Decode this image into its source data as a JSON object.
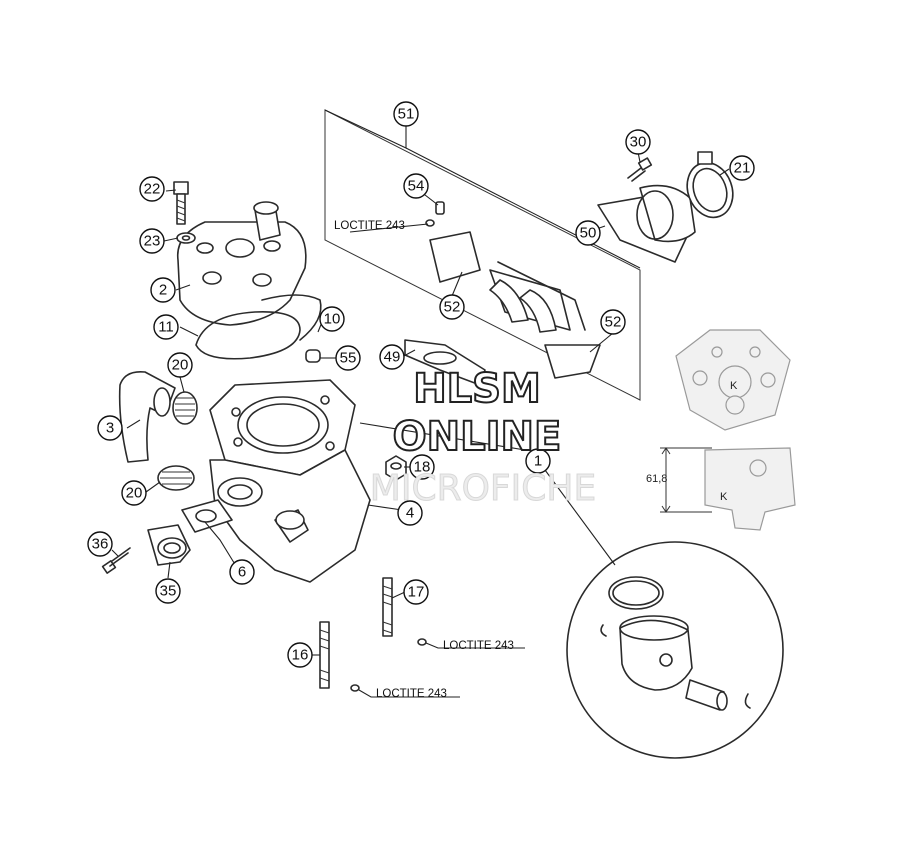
{
  "watermark": {
    "line1": "HLSM",
    "line2": "ONLINE",
    "line3": "MICROFICHE"
  },
  "callouts": {
    "c1": "1",
    "c2": "2",
    "c3": "3",
    "c4": "4",
    "c6": "6",
    "c10": "10",
    "c11": "11",
    "c16": "16",
    "c17": "17",
    "c18": "18",
    "c20a": "20",
    "c20b": "20",
    "c21": "21",
    "c22": "22",
    "c23": "23",
    "c30": "30",
    "c35": "35",
    "c36": "36",
    "c49": "49",
    "c50": "50",
    "c51": "51",
    "c52a": "52",
    "c52b": "52",
    "c54": "54",
    "c55": "55"
  },
  "loctite": {
    "l1": "LOCTITE 243",
    "l2": "LOCTITE 243",
    "l3": "LOCTITE 243"
  },
  "dimension": {
    "value": "61,8"
  },
  "detail_marks": {
    "k1": "K",
    "k2": "K"
  }
}
